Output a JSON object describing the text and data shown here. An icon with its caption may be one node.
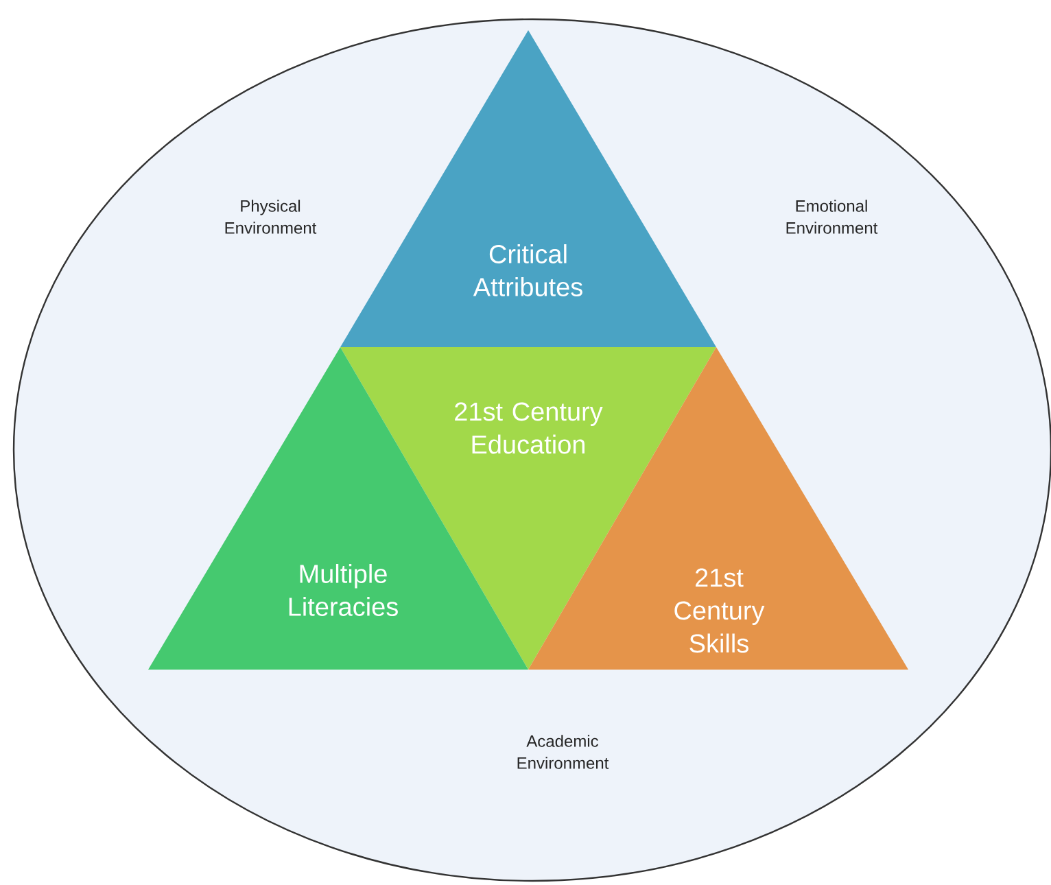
{
  "diagram": {
    "nodes": [
      {
        "text": [
          "Physical Environment",
          "Emotional Environment",
          "Academic Environment"
        ]
      },
      {
        "text": [
          "Critical Attributes"
        ],
        "in": 0
      },
      {
        "text": [
          "21st Century Education"
        ],
        "in": 0
      },
      {
        "text": [
          "Multiple Literacies"
        ],
        "in": 0
      },
      {
        "text": [
          "21st Century Skills"
        ],
        "in": 0
      }
    ]
  }
}
